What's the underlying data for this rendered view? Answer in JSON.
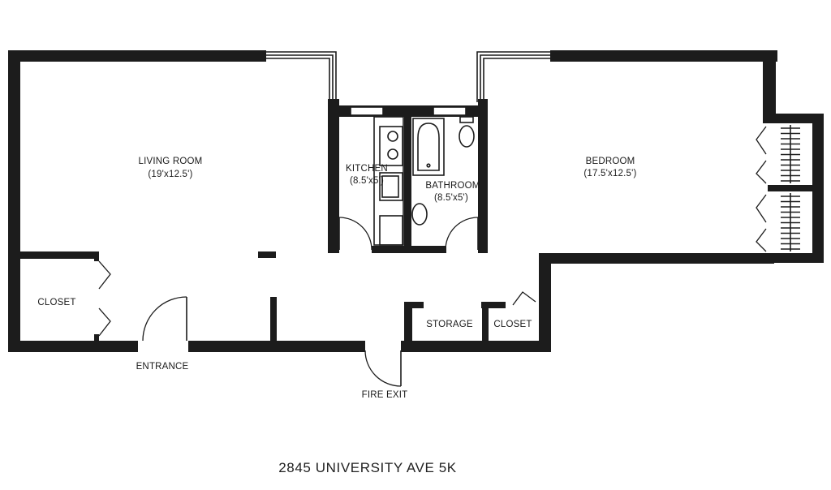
{
  "rooms": {
    "living_room": {
      "name": "LIVING  ROOM",
      "size": "(19'x12.5')"
    },
    "kitchen": {
      "name": "KITCHEN",
      "size": "(8.5'x5')"
    },
    "bathroom": {
      "name": "BATHROOM",
      "size": "(8.5'x5')"
    },
    "bedroom": {
      "name": "BEDROOM",
      "size": "(17.5'x12.5')"
    },
    "closet_left": {
      "name": "CLOSET"
    },
    "storage": {
      "name": "STORAGE"
    },
    "closet_hall": {
      "name": "CLOSET"
    }
  },
  "labels": {
    "entrance": "ENTRANCE",
    "fire_exit": "FIRE  EXIT"
  },
  "address": "2845  UNIVERSITY  AVE  5K",
  "colors": {
    "wall": "#1c1c1c",
    "background": "#ffffff"
  }
}
